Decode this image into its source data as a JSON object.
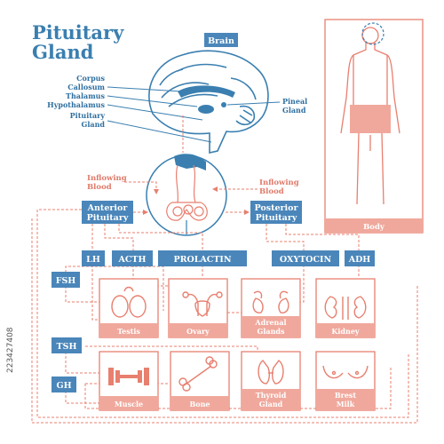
{
  "title": {
    "line1": "Pituitary",
    "line2": "Gland"
  },
  "brain_section": {
    "brain_label": "Brain",
    "labels": {
      "corpus1": "Corpus",
      "corpus2": "Callosum",
      "thalamus": "Thalamus",
      "hypothalamus": "Hypothalamus",
      "pituitary1": "Pituitary",
      "pituitary2": "Gland",
      "pineal1": "Pineal",
      "pineal2": "Gland"
    }
  },
  "blood": {
    "left1": "Inflowing",
    "left2": "Blood",
    "right1": "Inflowing",
    "right2": "Blood"
  },
  "lobes": {
    "anterior1": "Anterior",
    "anterior2": "Pituitary",
    "posterior1": "Posterior",
    "posterior2": "Pituitary"
  },
  "hormones": {
    "lh": "LH",
    "acth": "ACTH",
    "prolactin": "PROLACTIN",
    "oxytocin": "OXYTOCIN",
    "adh": "ADH",
    "fsh": "FSH",
    "tsh": "TSH",
    "gh": "GH"
  },
  "organs": {
    "testis": "Testis",
    "ovary": "Ovary",
    "adrenal1": "Adrenal",
    "adrenal2": "Glands",
    "kidney": "Kidney",
    "muscle": "Muscle",
    "bone": "Bone",
    "thyroid1": "Thyroid",
    "thyroid2": "Gland",
    "milk1": "Brest",
    "milk2": "Milk"
  },
  "body_label": "Body",
  "watermark": "223427408",
  "colors": {
    "blue": "#3a7fb0",
    "box": "#4a86ba",
    "red": "#e87f6f",
    "pink": "#f0a89c"
  }
}
